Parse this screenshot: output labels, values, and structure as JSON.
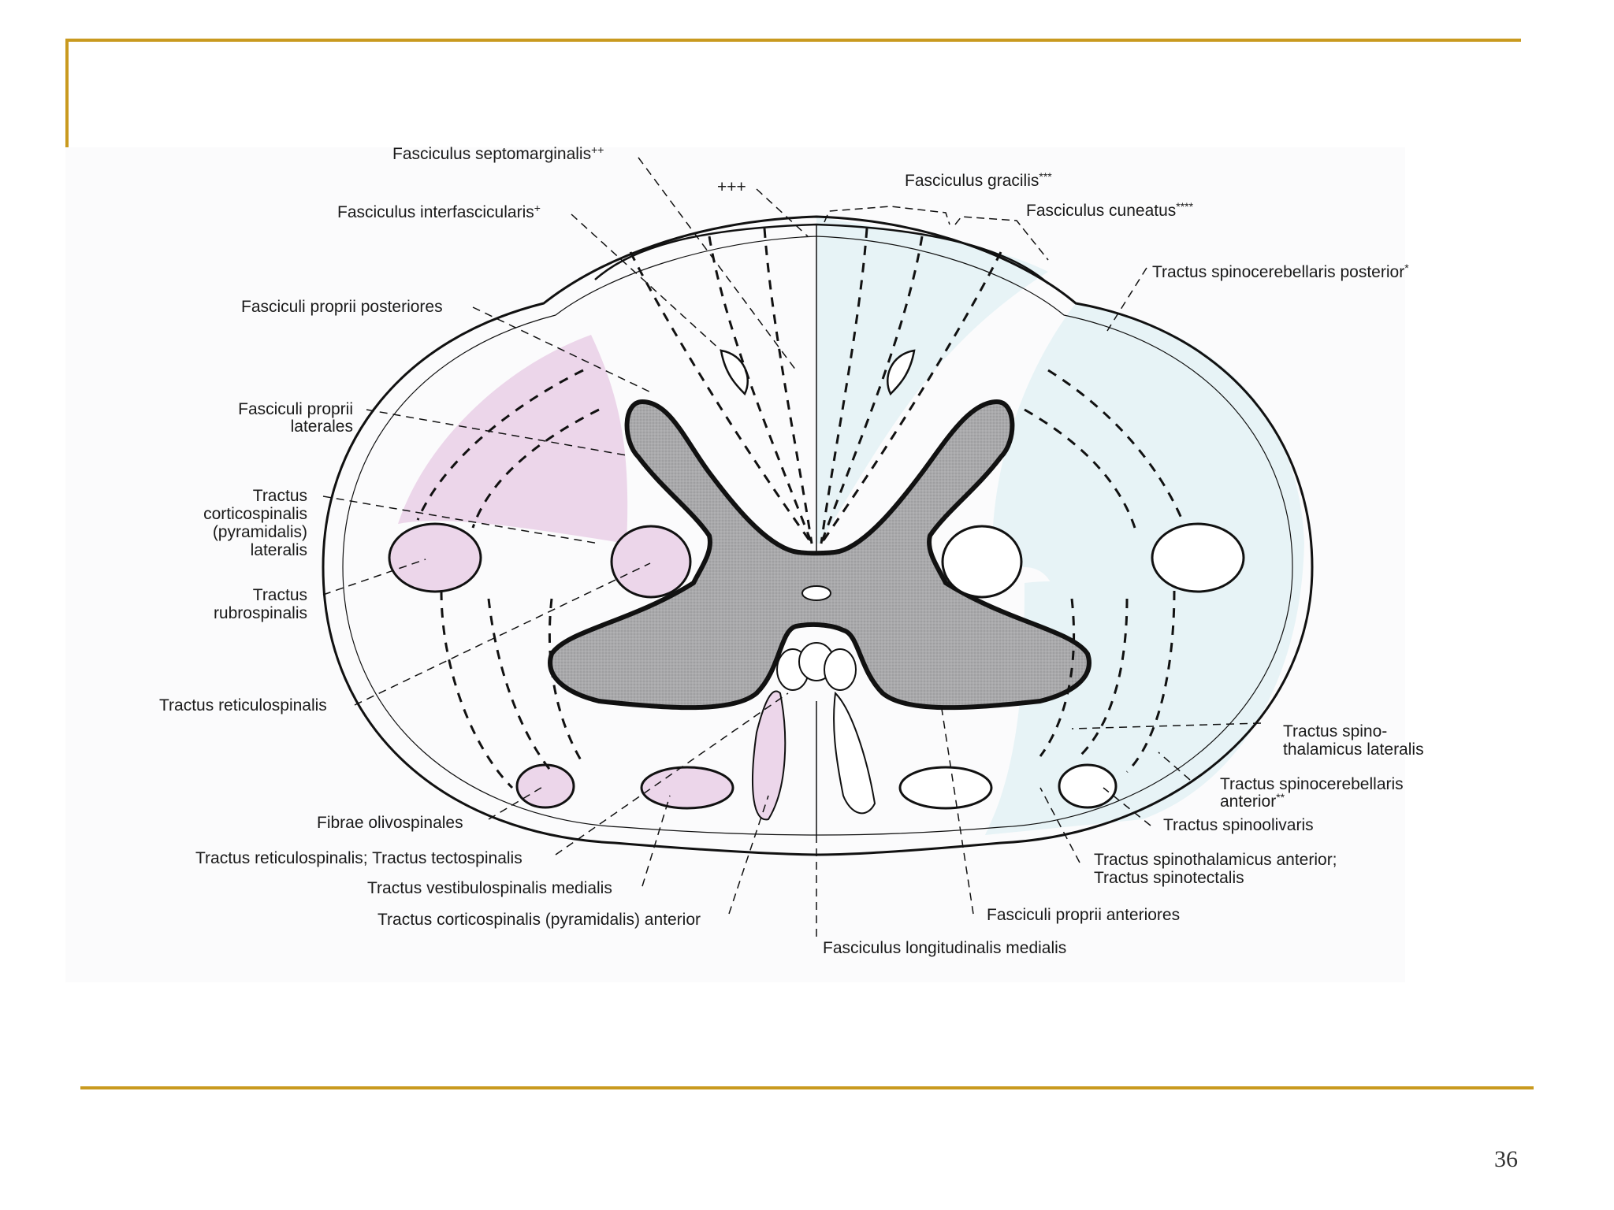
{
  "colors": {
    "gold_rule": "#c99a1f",
    "gray_matter": "#a9a9ab",
    "pink_tracts": "#ecd6ea",
    "blue_tracts": "#e7f3f6",
    "outline": "#111111"
  },
  "slide": {
    "page_number": "36"
  },
  "labels": {
    "septomarginalis": "Fasciculus septomarginalis",
    "septomarginalis_sup": "++",
    "interfascicularis": "Fasciculus interfascicularis",
    "interfascicularis_sup": "+",
    "plus3": "+++",
    "gracilis": "Fasciculus gracilis",
    "gracilis_sup": "***",
    "cuneatus": "Fasciculus cuneatus",
    "cuneatus_sup": "****",
    "scb_post": "Tractus spinocerebellaris posterior",
    "scb_post_sup": "*",
    "fpp_post": "Fasciculi proprii posteriores",
    "fpp_lat_1": "Fasciculi proprii",
    "fpp_lat_2": "laterales",
    "cst_lat_1": "Tractus",
    "cst_lat_2": "corticospinalis",
    "cst_lat_3": "(pyramidalis)",
    "cst_lat_4": "lateralis",
    "rubro_1": "Tractus",
    "rubro_2": "rubrospinalis",
    "reticulo": "Tractus reticulospinalis",
    "olivo": "Fibrae olivospinales",
    "retic_tecto": "Tractus reticulospinalis; Tractus tectospinalis",
    "vestib": "Tractus vestibulospinalis medialis",
    "cst_ant": "Tractus corticospinalis (pyramidalis) anterior",
    "flm": "Fasciculus longitudinalis medialis",
    "fpp_ant": "Fasciculi proprii anteriores",
    "stt_ant_1": "Tractus spinothalamicus anterior;",
    "stt_ant_2": "Tractus spinotectalis",
    "spinoolivaris": "Tractus spinoolivaris",
    "scb_ant_1": "Tractus spinocerebellaris",
    "scb_ant_2": "anterior",
    "scb_ant_sup": "**",
    "stt_lat_1": "Tractus spino-",
    "stt_lat_2": "thalamicus lateralis"
  }
}
